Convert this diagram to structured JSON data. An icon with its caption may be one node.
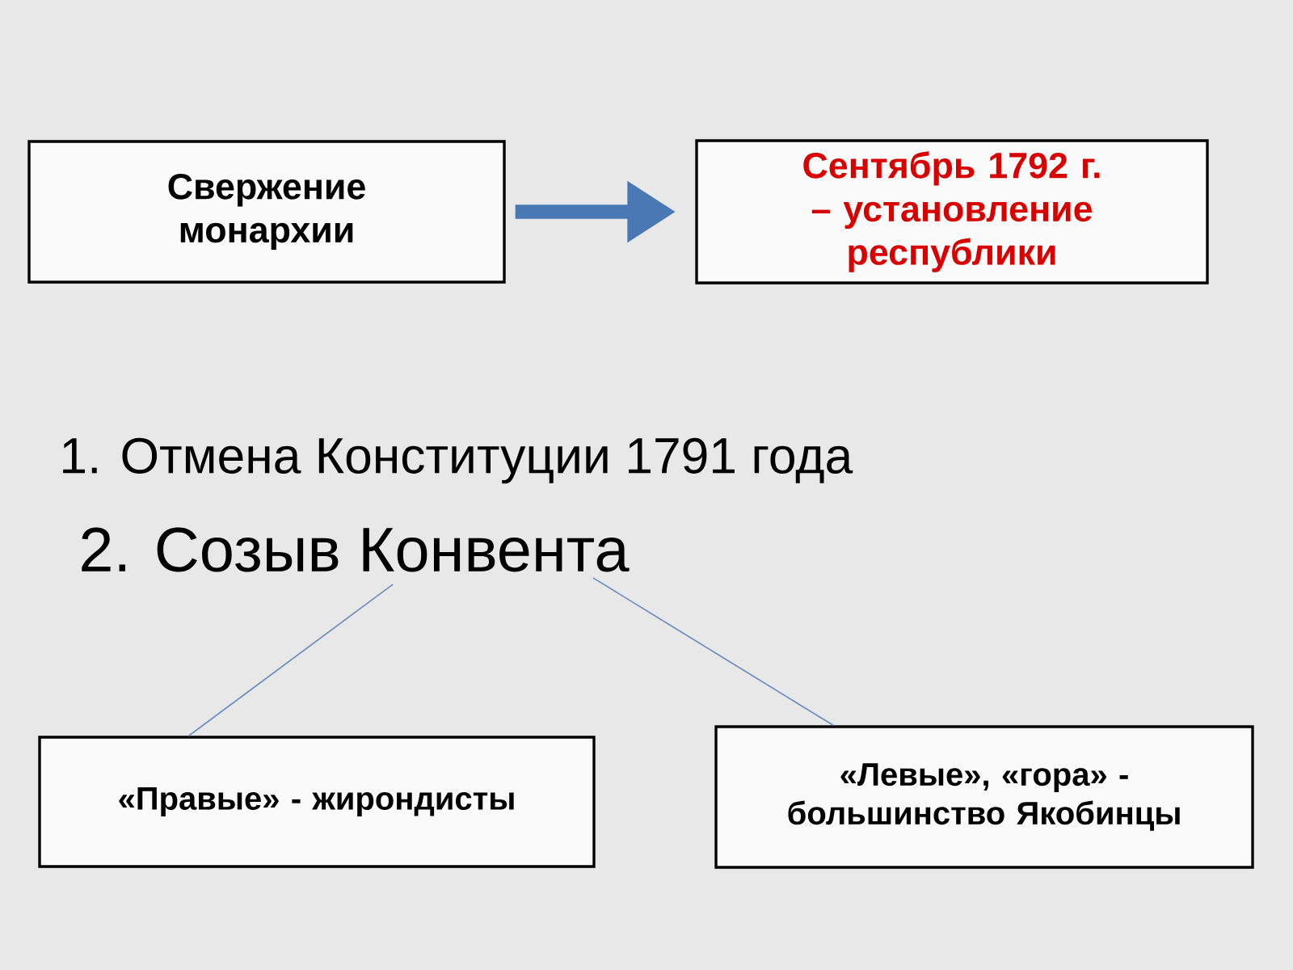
{
  "diagram": {
    "nodes": [
      {
        "text": [
          "Свержение монархии"
        ]
      },
      {
        "text": [
          "Сентябрь 1792 г. – установление республики"
        ]
      },
      {
        "text": [
          "2. Созыв Конвента"
        ]
      },
      {
        "text": [
          "«Правые» - жирондисты"
        ]
      },
      {
        "text": [
          "«Левые», «гора» - большинство Якобинцы"
        ]
      }
    ],
    "edges": [
      {
        "from": 0,
        "to": 1,
        "arrow": "to",
        "style": "thick",
        "color": "#4a78b5"
      },
      {
        "from": 2,
        "to": 3,
        "arrow": "none"
      },
      {
        "from": 2,
        "to": 4,
        "arrow": "none"
      }
    ],
    "labels": [
      "1. Отмена Конституции 1791 года"
    ]
  }
}
